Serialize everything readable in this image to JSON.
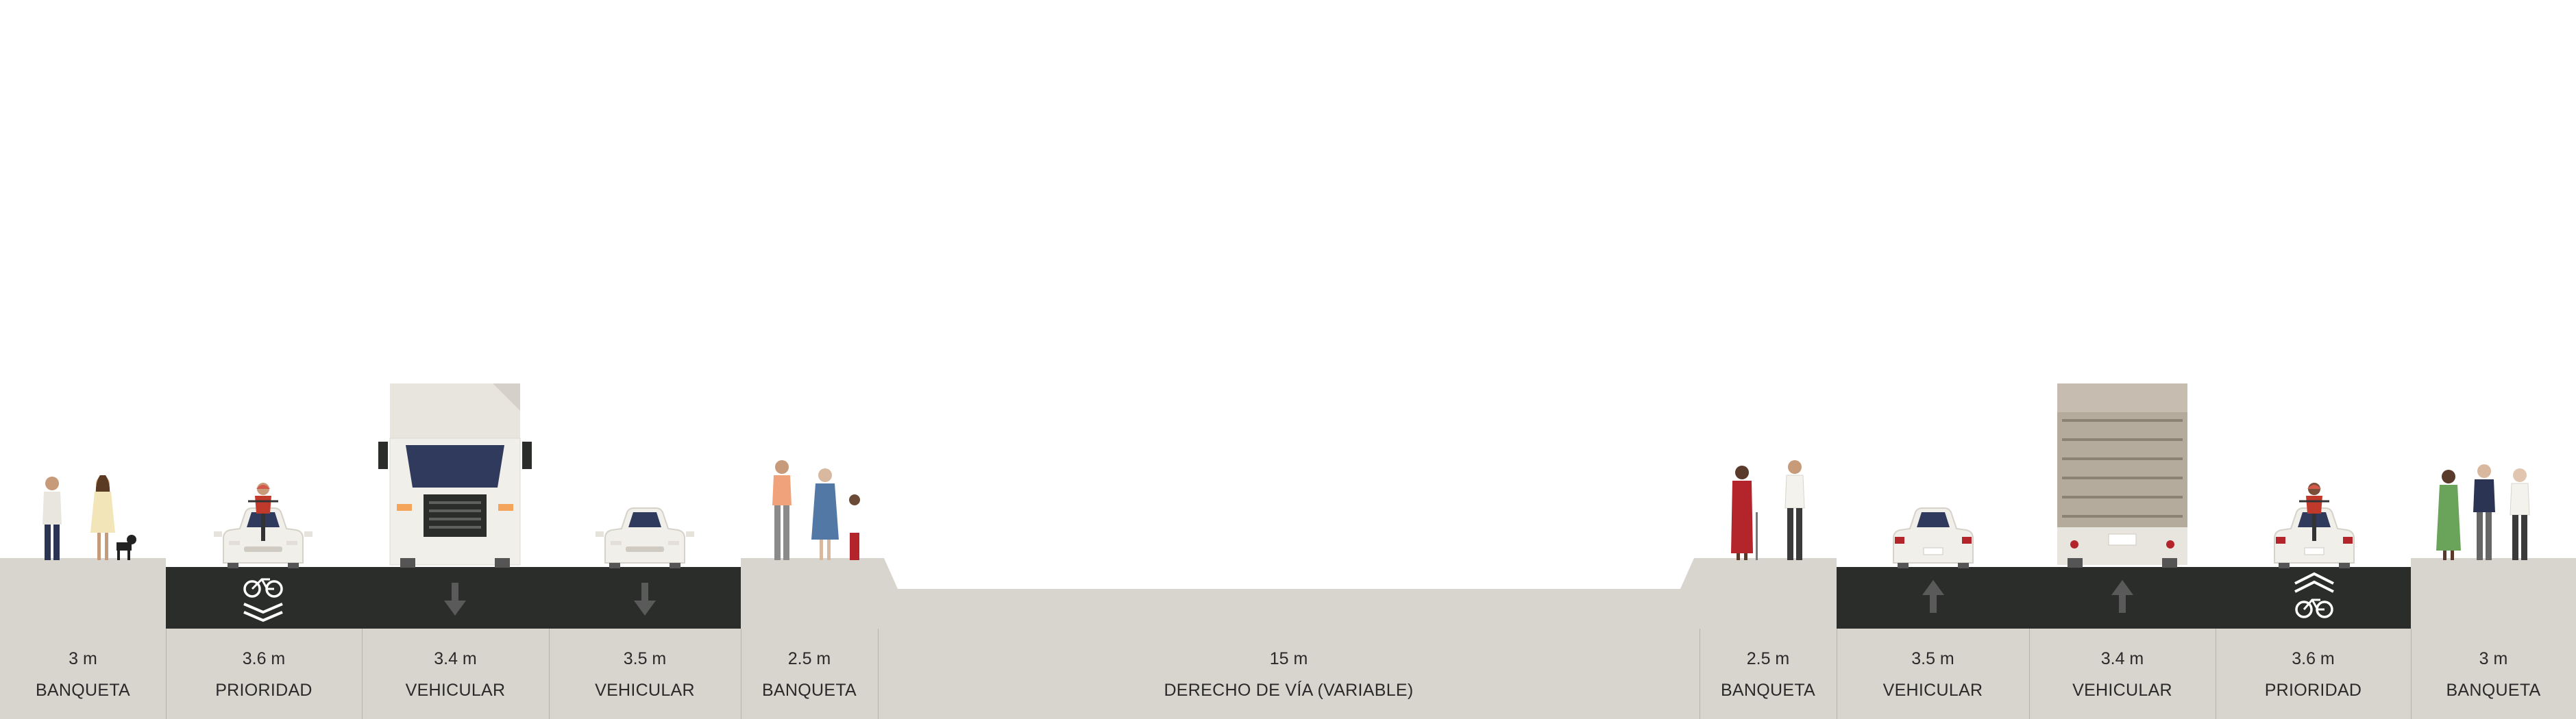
{
  "segments": [
    {
      "width": "3 m",
      "name": "BANQUETA"
    },
    {
      "width": "3.6 m",
      "name": "PRIORIDAD",
      "marking": "bike-sharrow-icon"
    },
    {
      "width": "3.4 m",
      "name": "VEHICULAR",
      "marking": "arrow-down-icon"
    },
    {
      "width": "3.5 m",
      "name": "VEHICULAR",
      "marking": "arrow-down-icon"
    },
    {
      "width": "2.5 m",
      "name": "BANQUETA"
    },
    {
      "width": "15 m",
      "name": "DERECHO DE VÍA (VARIABLE)"
    },
    {
      "width": "2.5 m",
      "name": "BANQUETA"
    },
    {
      "width": "3.5 m",
      "name": "VEHICULAR",
      "marking": "arrow-up-icon"
    },
    {
      "width": "3.4 m",
      "name": "VEHICULAR",
      "marking": "arrow-up-icon"
    },
    {
      "width": "3.6 m",
      "name": "PRIORIDAD",
      "marking": "bike-chevron-icon"
    },
    {
      "width": "3 m",
      "name": "BANQUETA"
    }
  ],
  "colors": {
    "sidewalk": "#d8d4ce",
    "asphalt": "#2b2d2b",
    "marking": "#ffffff",
    "arrow": "#5a5a5a",
    "vehicle_body": "#f1efe9",
    "windshield": "#2f3a5c",
    "truck_cargo": "#b5ab9c"
  }
}
